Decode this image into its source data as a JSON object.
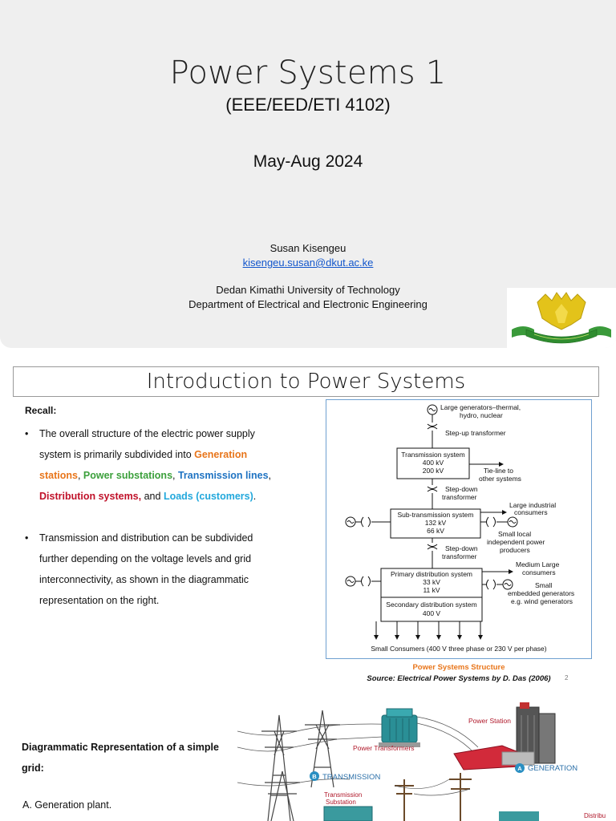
{
  "slide1": {
    "title": "Power Systems 1",
    "course_code": "(EEE/EED/ETI 4102)",
    "term": "May-Aug 2024",
    "author": "Susan Kisengeu",
    "email": "kisengeu.susan@dkut.ac.ke",
    "university": "Dedan Kimathi University of Technology",
    "department": "Department of Electrical and Electronic Engineering"
  },
  "slide2": {
    "title": "Introduction to Power Systems",
    "recall": "Recall:",
    "bullet1": {
      "prefix": "The overall structure of the electric power supply system is primarily subdivided into ",
      "generation": "Generation stations",
      "sep1": ", ",
      "substations": "Power substations",
      "sep2": ", ",
      "transmission": "Transmission lines",
      "sep3": ", ",
      "distribution": "Distribution systems,",
      "sep4": " and ",
      "loads": "Loads (customers)",
      "suffix": "."
    },
    "bullet2": "Transmission and distribution can be subdivided further depending on the voltage levels and grid interconnectivity, as shown in the diagrammatic representation on the right.",
    "diagram": {
      "gen_label_1": "Large generators–thermal,",
      "gen_label_2": "hydro, nuclear",
      "stepup": "Step-up transformer",
      "tx_title": "Transmission system",
      "tx_v1": "400 kV",
      "tx_v2": "200 kV",
      "tie_1": "Tie-line to",
      "tie_2": "other systems",
      "stepdown1_1": "Step-down",
      "stepdown1_2": "transformer",
      "sub_title": "Sub-transmission system",
      "sub_v1": "132 kV",
      "sub_v2": "66 kV",
      "large_ind_1": "Large industrial",
      "large_ind_2": "consumers",
      "ipp_1": "Small local",
      "ipp_2": "independent power",
      "ipp_3": "producers",
      "stepdown2_1": "Step-down",
      "stepdown2_2": "transformer",
      "pri_title": "Primary distribution system",
      "pri_v1": "33 kV",
      "pri_v2": "11 kV",
      "med_1": "Medium Large",
      "med_2": "consumers",
      "emb_1": "Small",
      "emb_2": "embedded generators",
      "emb_3": "e.g. wind generators",
      "sec_title": "Secondary distribution system",
      "sec_v": "400 V",
      "small_consumers": "Small Consumers (400 V three phase or 230 V per phase)"
    },
    "caption_title": "Power Systems Structure",
    "caption_source": "Source: Electrical Power Systems by D. Das (2006)",
    "page_number": "2"
  },
  "slide3": {
    "heading": "Diagrammatic Representation of a simple grid:",
    "item_a": "A.   Generation plant.",
    "art": {
      "power_station": "Power Station",
      "power_transformers": "Power Transformers",
      "transmission_badge": "B",
      "transmission": "TRANSMISSION",
      "generation_badge": "A",
      "generation": "GENERATION",
      "trans_sub_1": "Transmission",
      "trans_sub_2": "Substation",
      "distribution": "Distribu"
    }
  },
  "colors": {
    "generation": "#e8751a",
    "substations": "#3ca03c",
    "transmission": "#1f73c2",
    "distribution": "#c0122a",
    "loads": "#22a8dc",
    "link": "#1155cc"
  }
}
